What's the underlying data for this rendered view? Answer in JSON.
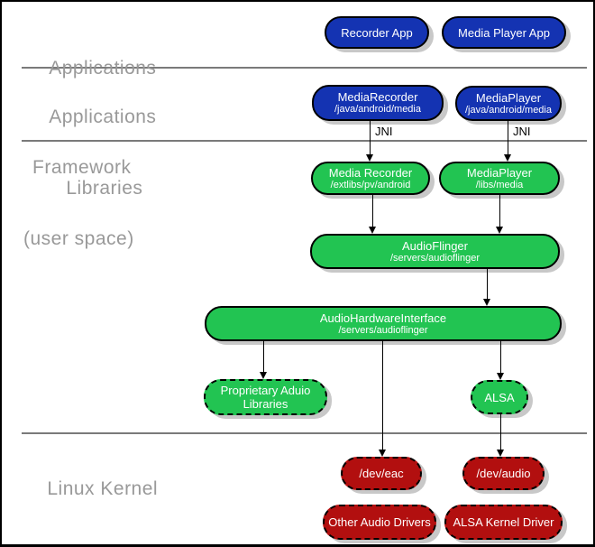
{
  "colors": {
    "box_blue": "#1433b2",
    "box_green": "#22c452",
    "box_red": "#b20f0f",
    "section_label_gray": "#999999",
    "divider_gray": "#7a7a7a",
    "shadow_gray": "#c8c8c8",
    "line_black": "#000000"
  },
  "sections": {
    "applications": {
      "lines": [
        "Applications"
      ]
    },
    "applications_framework": {
      "lines": [
        "Applications",
        "Framework"
      ]
    },
    "libraries": {
      "lines": [
        "Libraries",
        "(user space)"
      ]
    },
    "linux_kernel": {
      "lines": [
        "Linux Kernel"
      ]
    }
  },
  "nodes": {
    "recorder_app": {
      "title": "Recorder App"
    },
    "media_player_app": {
      "title": "Media Player App"
    },
    "media_recorder_framework": {
      "title": "MediaRecorder",
      "subtitle": "/java/android/media"
    },
    "media_player_framework": {
      "title": "MediaPlayer",
      "subtitle": "/java/android/media"
    },
    "media_recorder_lib": {
      "title": "Media Recorder",
      "subtitle": "/extlibs/pv/android"
    },
    "media_player_lib": {
      "title": "MediaPlayer",
      "subtitle": "/libs/media"
    },
    "audio_flinger": {
      "title": "AudioFlinger",
      "subtitle": "/servers/audioflinger"
    },
    "audio_hardware_interface": {
      "title": "AudioHardwareInterface",
      "subtitle": "/servers/audioflinger"
    },
    "proprietary_audio_libraries": {
      "lines": [
        "Proprietary Aduio",
        "Libraries"
      ]
    },
    "alsa": {
      "title": "ALSA"
    },
    "dev_eac": {
      "title": "/dev/eac"
    },
    "dev_audio": {
      "title": "/dev/audio"
    },
    "other_audio_drivers": {
      "title": "Other Audio Drivers"
    },
    "alsa_kernel_driver": {
      "title": "ALSA Kernel Driver"
    }
  },
  "edge_labels": {
    "jni_left": "JNI",
    "jni_right": "JNI"
  }
}
